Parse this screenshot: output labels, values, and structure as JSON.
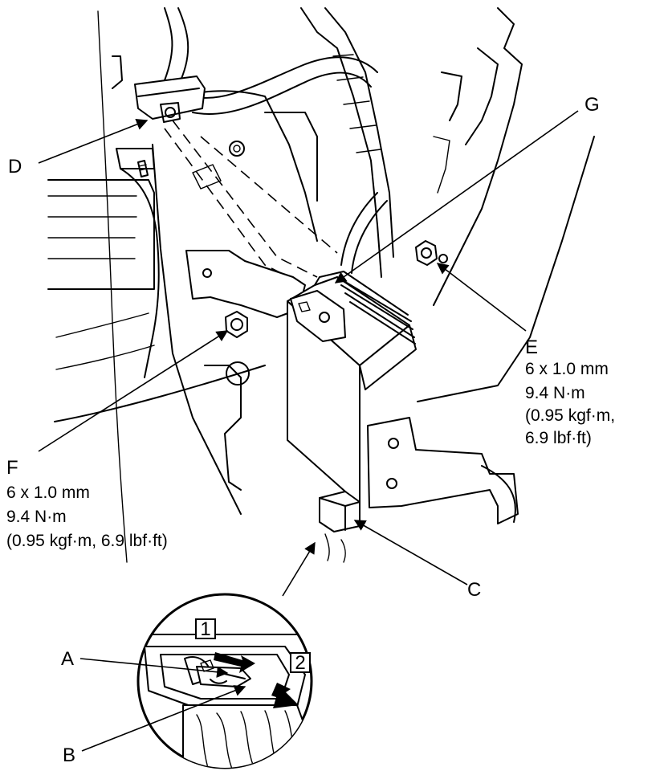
{
  "callouts": {
    "A": "A",
    "B": "B",
    "C": "C",
    "D": "D",
    "E": "E",
    "F": "F",
    "G": "G"
  },
  "specs": {
    "E": [
      "6 x 1.0 mm",
      "9.4 N·m",
      "(0.95 kgf·m,",
      "6.9 lbf·ft)"
    ],
    "F": [
      "6 x 1.0 mm",
      "9.4 N·m",
      "(0.95 kgf·m, 6.9 lbf·ft)"
    ]
  },
  "steps": {
    "step1": "1",
    "step2": "2"
  }
}
